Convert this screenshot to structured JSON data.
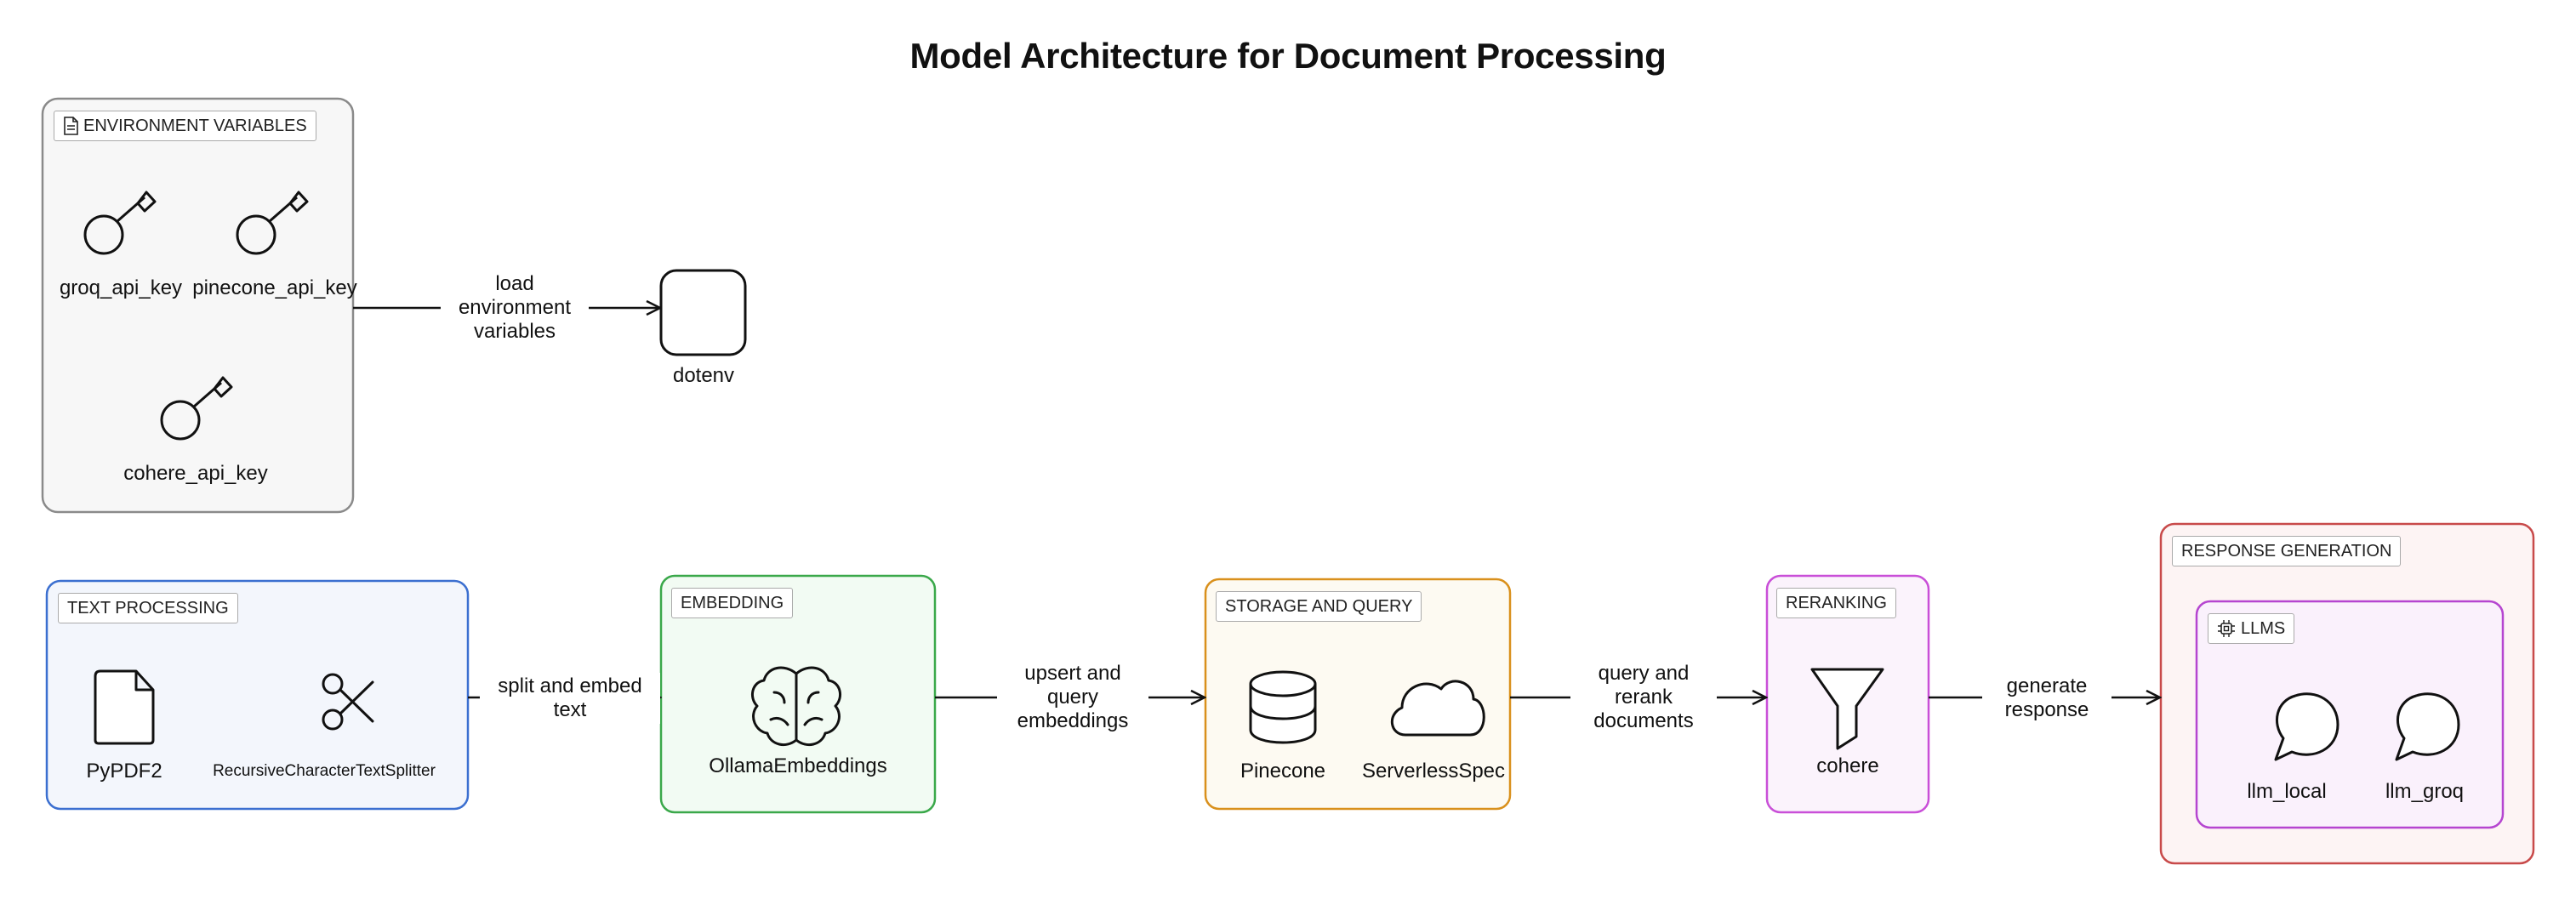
{
  "title": "Model Architecture for Document Processing",
  "groups": {
    "env": {
      "label": "ENVIRONMENT VARIABLES",
      "icon": "document-icon"
    },
    "text_processing": {
      "label": "TEXT PROCESSING"
    },
    "embedding": {
      "label": "EMBEDDING"
    },
    "storage": {
      "label": "STORAGE AND QUERY"
    },
    "reranking": {
      "label": "RERANKING"
    },
    "response": {
      "label": "RESPONSE GENERATION"
    },
    "llms": {
      "label": "LLMS",
      "icon": "chip-icon"
    }
  },
  "nodes": {
    "groq_api_key": {
      "label": "groq_api_key",
      "icon": "key-icon"
    },
    "pinecone_api_key": {
      "label": "pinecone_api_key",
      "icon": "key-icon"
    },
    "cohere_api_key": {
      "label": "cohere_api_key",
      "icon": "key-icon"
    },
    "dotenv": {
      "label": "dotenv",
      "icon": "rounded-square-icon"
    },
    "pypdf2": {
      "label": "PyPDF2",
      "icon": "file-icon"
    },
    "splitter": {
      "label": "RecursiveCharacterTextSplitter",
      "icon": "scissors-icon"
    },
    "ollama": {
      "label": "OllamaEmbeddings",
      "icon": "brain-icon"
    },
    "pinecone": {
      "label": "Pinecone",
      "icon": "database-icon"
    },
    "serverless": {
      "label": "ServerlessSpec",
      "icon": "cloud-icon"
    },
    "cohere": {
      "label": "cohere",
      "icon": "funnel-icon"
    },
    "llm_local": {
      "label": "llm_local",
      "icon": "chat-bubble-icon"
    },
    "llm_groq": {
      "label": "llm_groq",
      "icon": "chat-bubble-icon"
    }
  },
  "edges": {
    "load_env": {
      "line1": "load",
      "line2": "environment",
      "line3": "variables"
    },
    "split_embed": {
      "line1": "split and embed",
      "line2": "text"
    },
    "upsert": {
      "line1": "upsert and",
      "line2": "query",
      "line3": "embeddings"
    },
    "rerank": {
      "line1": "query and",
      "line2": "rerank",
      "line3": "documents"
    },
    "generate": {
      "line1": "generate",
      "line2": "response"
    }
  },
  "colors": {
    "env_border": "#8a8a8a",
    "env_fill": "#f7f7f7",
    "text_border": "#3b6fd0",
    "text_fill": "#f3f6fc",
    "embed_border": "#3aa84a",
    "embed_fill": "#f2fbf3",
    "storage_border": "#d9901c",
    "storage_fill": "#fdfaf2",
    "rerank_border": "#c94fd8",
    "rerank_fill": "#fbf3fc",
    "response_border": "#c84a4a",
    "response_fill": "#fdf4f4",
    "llms_border": "#b545d0",
    "llms_fill": "#faf1fc"
  }
}
